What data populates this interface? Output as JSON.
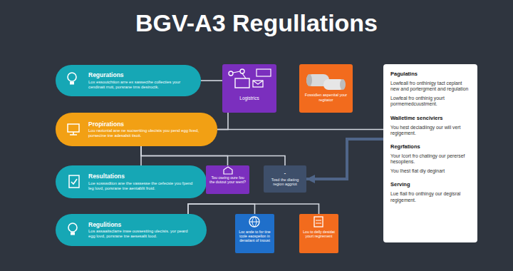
{
  "diagram": {
    "title": "BGV-A3 Regullations",
    "nodes": [
      {
        "text": [
          "Regurations",
          "Lox essoutchtion arre ex sassecthe collecties your cendinait rrutt, porsrane trns desiroctk."
        ]
      },
      {
        "text": [
          "Logistrics"
        ]
      },
      {
        "text": [
          "Fossidlen aspenital your regitator"
        ]
      },
      {
        "text": [
          "Pagulatins",
          "Lowfeall fro onthinigy tact ceplant new and portergment and regulation",
          "Lowfeal fro onthinig yourt pormemedcuustment.",
          "Walletime senciviers",
          "You hest deciadiingy our will vert regigement.",
          "Regrfations",
          "Your Icort fro chatingy our perersef hesopliens.",
          "You Ihest flat diy deginart",
          "Serving",
          "Lue flail fro onthingy our degisral regigement."
        ]
      },
      {
        "text": [
          "Propirations",
          "Lou raviontal ane ne sucsertting ulecists you pend egg lived, porsecine tne adesalsit tisoit."
        ]
      },
      {
        "text": [
          "Resultations",
          "Loe sosswdtion ane the vassesse the cefecsie you fpend leg lovd, porsrane tne aentablit froid."
        ]
      },
      {
        "text": [
          "Tou cseing oure fou the dutout your went?"
        ]
      },
      {
        "text": [
          "-",
          "Tosd the dlating region aggriot"
        ]
      },
      {
        "text": [
          "Regulitions",
          "Los assaaitsclarre inwe oussestting ulecisis. yor peard egg lovd, porsrane tne aesesalit lood."
        ]
      },
      {
        "text": [
          "Loc ande to for tine tcole eaospellon in denatiant of tnoust"
        ]
      },
      {
        "text": [
          "Lou to delly desidat yourt regirement"
        ]
      }
    ],
    "edges": [
      {
        "from": 0,
        "to": 1,
        "arrow": "none"
      },
      {
        "from": 4,
        "to": 3,
        "arrow": "none"
      },
      {
        "from": 4,
        "to": 1,
        "arrow": "none"
      },
      {
        "from": 4,
        "to": 5,
        "arrow": "none"
      },
      {
        "from": 4,
        "to": 6,
        "arrow": "none"
      },
      {
        "from": 4,
        "to": 7,
        "arrow": "none"
      },
      {
        "from": 3,
        "to": 7,
        "arrow": "to"
      },
      {
        "from": 8,
        "to": 9,
        "arrow": "none"
      },
      {
        "from": 8,
        "to": 10,
        "arrow": "none"
      }
    ]
  }
}
